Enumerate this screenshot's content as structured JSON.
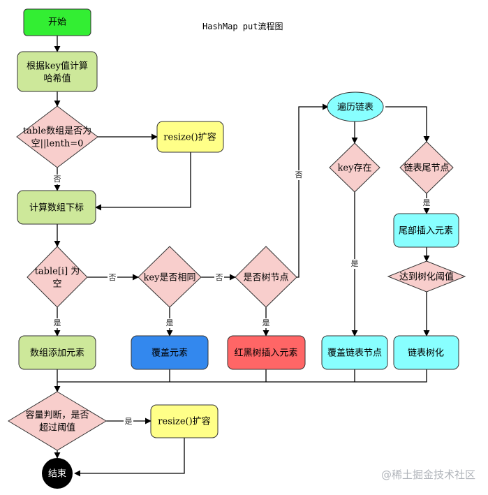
{
  "title": "HashMap put流程图",
  "watermark": "@稀土掘金技术社区",
  "colors": {
    "green": "#33ee33",
    "lightgreen": "#cde89a",
    "pink": "#f8cecc",
    "yellow": "#ffff88",
    "blue": "#3388ee",
    "red": "#ff6666",
    "cyan": "#88ffff",
    "black": "#000000"
  },
  "nodes": {
    "start": "开始",
    "hash": [
      "根据key值计算",
      "哈希值"
    ],
    "table_empty": [
      "table数组是否为",
      "空||lenth=0"
    ],
    "resize1": "resize()扩容",
    "calc_index": "计算数组下标",
    "slot_empty": [
      "table[i] 为",
      "空"
    ],
    "key_same": "key是否相同",
    "is_tree": "是否树节点",
    "traverse": "遍历链表",
    "key_exist": "key存在",
    "tail": "链表尾节点",
    "tail_insert": "尾部插入元素",
    "threshold": "达到树化阈值",
    "add_elem": "数组添加元素",
    "overwrite": "覆盖元素",
    "rb_insert": "红黑树插入元素",
    "overwrite_node": "覆盖链表节点",
    "treeify": "链表树化",
    "capacity": [
      "容量判断，是否",
      "超过阈值"
    ],
    "resize2": "resize()扩容",
    "end": "结束"
  },
  "labels": {
    "no": "否",
    "yes": "是"
  }
}
